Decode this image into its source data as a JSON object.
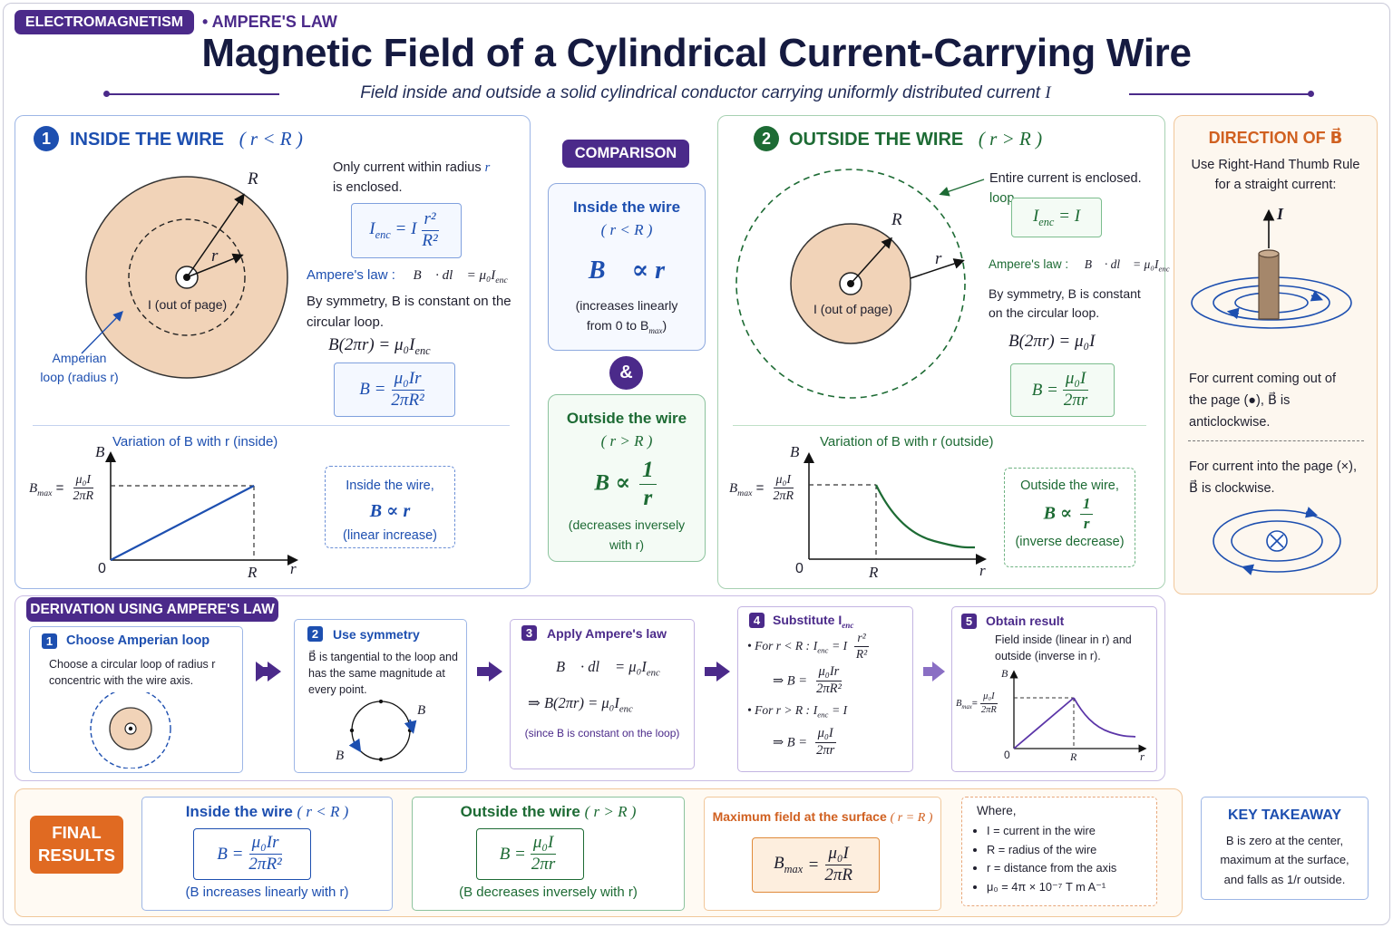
{
  "header": {
    "tag": "ELECTROMAGNETISM",
    "topic": "• AMPERE'S LAW",
    "title": "Magnetic Field of a Cylindrical Current-Carrying Wire",
    "subtitle": "Field inside and outside a solid cylindrical conductor carrying uniformly distributed current",
    "subtitle_var": "I"
  },
  "inside": {
    "number": "1",
    "heading": "INSIDE THE WIRE",
    "condition": "( r < R )",
    "note_1": "Only current within radius",
    "note_var": "r",
    "note_2": "is enclosed.",
    "ienc_lhs": "I",
    "ienc_sub": "enc",
    "ienc_eq": "= I",
    "ienc_num": "r²",
    "ienc_den": "R²",
    "ampere_label": "Ampere's law :",
    "ampere_eq": "∮ B⃗ · dl⃗ = μ₀I",
    "ampere_sub": "enc",
    "symmetry": "By symmetry, B is constant on the circular loop.",
    "b2pir": "B(2πr) = μ₀I",
    "b2pir_sub": "enc",
    "result_lhs": "B =",
    "result_num": "μ₀Ir",
    "result_den": "2πR²",
    "diagram_R": "R",
    "diagram_r": "r",
    "diagram_I": "I (out of page)",
    "amperian_1": "Amperian",
    "amperian_2": "loop (radius r)",
    "graph_title": "Variation of B with r (inside)",
    "graph_B": "B",
    "graph_bmax": "B",
    "graph_bmax_sub": "max",
    "graph_bmax_eq": "=",
    "graph_bmax_num": "μ₀I",
    "graph_bmax_den": "2πR",
    "graph_zero": "0",
    "graph_R": "R",
    "graph_r": "r",
    "callout_1": "Inside the wire,",
    "callout_2": "B ∝ r",
    "callout_3": "(linear increase)"
  },
  "comparison": {
    "label": "COMPARISON",
    "in_title": "Inside the wire",
    "in_cond": "( r < R )",
    "in_prop": "B⃗ ∝ r",
    "in_note_1": "(increases linearly",
    "in_note_2": "from 0 to B",
    "in_note_sub": "max",
    "in_note_end": ")",
    "amp": "&",
    "out_title": "Outside the wire",
    "out_cond": "( r > R )",
    "out_prop": "B ∝",
    "out_num": "1",
    "out_den": "r",
    "out_note_1": "(decreases inversely",
    "out_note_2": "with r)"
  },
  "outside": {
    "number": "2",
    "heading": "OUTSIDE THE WIRE",
    "condition": "( r > R )",
    "note": "Entire current is enclosed.",
    "loop": "loop",
    "ienc": "I",
    "ienc_sub": "enc",
    "ienc_eq": "= I",
    "ampere_label": "Ampere's law :",
    "ampere_eq": "∮ B⃗ · dl⃗ = μ₀I",
    "ampere_sub": "enc",
    "symmetry": "By symmetry, B is constant on the circular loop.",
    "b2pir": "B(2πr) = μ₀I",
    "result_lhs": "B =",
    "result_num": "μ₀I",
    "result_den": "2πr",
    "diagram_R": "R",
    "diagram_r": "r",
    "diagram_I": "I (out of page)",
    "graph_title": "Variation of B with r (outside)",
    "graph_B": "B",
    "graph_bmax": "B",
    "graph_bmax_sub": "max",
    "graph_bmax_eq": "=",
    "graph_bmax_num": "μ₀I",
    "graph_bmax_den": "2πR",
    "graph_zero": "0",
    "graph_R": "R",
    "graph_r": "r",
    "callout_1": "Outside the wire,",
    "callout_2": "B ∝",
    "callout_num": "1",
    "callout_den": "r",
    "callout_3": "(inverse decrease)"
  },
  "direction": {
    "title": "DIRECTION OF B⃗",
    "rule_1": "Use Right-Hand Thumb Rule",
    "rule_2": "for a straight current:",
    "arrow_label": "I⃗",
    "out_text_1": "For current coming out of",
    "out_text_2": "the page (●), B⃗ is",
    "out_text_3": "anticlockwise.",
    "in_text_1": "For current into the page (×),",
    "in_text_2": "B⃗ is clockwise."
  },
  "derivation": {
    "label": "DERIVATION USING AMPERE'S LAW",
    "steps": [
      {
        "n": "1",
        "title": "Choose Amperian loop",
        "text": "Choose a circular loop of radius r concentric with the wire axis."
      },
      {
        "n": "2",
        "title": "Use symmetry",
        "text": "B⃗ is tangential to the loop and has the same magnitude at every point.",
        "label_B": "B⃗"
      },
      {
        "n": "3",
        "title": "Apply Ampere's law",
        "eq1": "∮ B⃗ · dl⃗ = μ₀I",
        "eq1_sub": "enc",
        "eq2": "⇒ B(2πr) = μ₀I",
        "eq2_sub": "enc",
        "note": "(since B is constant on the loop)"
      },
      {
        "n": "4",
        "title": "Substitute I",
        "title_sub": "enc",
        "case1": "• For r < R :",
        "case1_eq": "I",
        "case1_sub": "enc",
        "case1_rhs": "= I",
        "case1_num": "r²",
        "case1_den": "R²",
        "res1": "⇒ B =",
        "res1_num": "μ₀Ir",
        "res1_den": "2πR²",
        "case2": "• For r > R :",
        "case2_eq": "I",
        "case2_sub": "enc",
        "case2_rhs": "= I",
        "res2": "⇒ B =",
        "res2_num": "μ₀I",
        "res2_den": "2πr"
      },
      {
        "n": "5",
        "title": "Obtain result",
        "text": "Field inside (linear in r) and outside (inverse in r).",
        "g_B": "B",
        "g_bmax": "B",
        "g_bmax_sub": "max",
        "g_num": "μ₀I",
        "g_den": "2πR",
        "g_zero": "0",
        "g_R": "R",
        "g_r": "r"
      }
    ]
  },
  "final": {
    "label_1": "FINAL",
    "label_2": "RESULTS",
    "in_title": "Inside the wire",
    "in_cond": "( r < R )",
    "in_lhs": "B =",
    "in_num": "μ₀Ir",
    "in_den": "2πR²",
    "in_note": "(B increases linearly with r)",
    "out_title": "Outside the wire",
    "out_cond": "( r > R )",
    "out_lhs": "B =",
    "out_num": "μ₀I",
    "out_den": "2πr",
    "out_note": "(B decreases inversely with r)",
    "max_title": "Maximum field at the surface",
    "max_cond": "( r = R )",
    "max_lhs": "B",
    "max_sub": "max",
    "max_eq": "=",
    "max_num": "μ₀I",
    "max_den": "2πR",
    "where": "Where,",
    "defs": [
      "I = current in the wire",
      "R = radius of the wire",
      "r = distance from the axis",
      "μ₀ = 4π × 10⁻⁷ T m A⁻¹"
    ]
  },
  "takeaway": {
    "title": "KEY TAKEAWAY",
    "text_1": "B is zero at the center,",
    "text_2": "maximum at the surface,",
    "text_3": "and falls as 1/r outside."
  },
  "colors": {
    "purple": "#4b2a8a",
    "blue": "#1d4fb0",
    "green": "#1d6b34",
    "orange": "#d06020",
    "wire": "#f1d3b8"
  }
}
